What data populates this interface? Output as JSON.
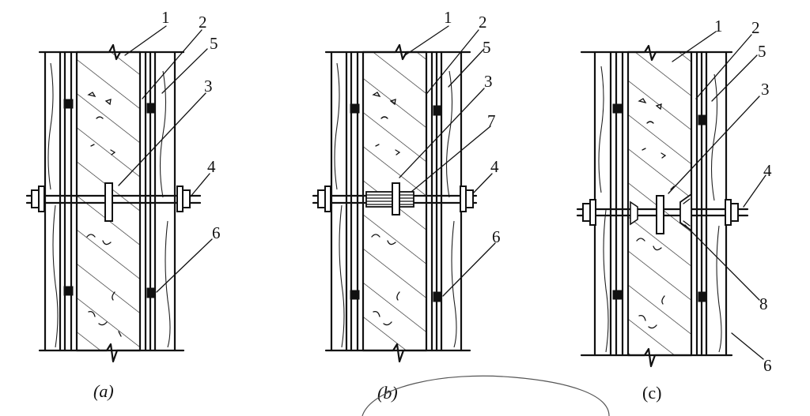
{
  "panels": [
    {
      "id": "a",
      "caption": "(a)",
      "labels": {
        "n1": "1",
        "n2": "2",
        "n5": "5",
        "n3": "3",
        "n4": "4",
        "n6": "6"
      }
    },
    {
      "id": "b",
      "caption": "(b)",
      "labels": {
        "n1": "1",
        "n2": "2",
        "n5": "5",
        "n3": "3",
        "n7": "7",
        "n4": "4",
        "n6": "6"
      }
    },
    {
      "id": "c",
      "caption": "(c)",
      "labels": {
        "n1": "1",
        "n2": "2",
        "n5": "5",
        "n3": "3",
        "n4": "4",
        "n8": "8",
        "n6": "6"
      }
    }
  ]
}
